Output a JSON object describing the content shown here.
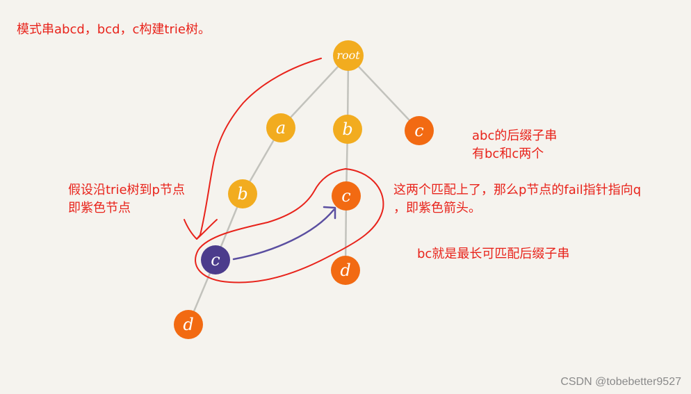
{
  "annotations": {
    "title": "模式串abcd，bcd，c构建trie树。",
    "suffix_line1": "abc的后缀子串",
    "suffix_line2": "有bc和c两个",
    "assume_line1": "假设沿trie树到p节点",
    "assume_line2": "即紫色节点",
    "match_line1": "这两个匹配上了，那么p节点的fail指针指向q",
    "match_line2": "，即紫色箭头。",
    "longest": "bc就是最长可匹配后缀子串"
  },
  "watermark": "CSDN @tobebetter9527",
  "colors": {
    "yellow": "#f2ac1f",
    "orange": "#f26a12",
    "purple": "#4b3c8c",
    "edge": "#c2c2bc",
    "red_ink": "#e8231b",
    "arrow": "#5a4ea0"
  },
  "tree": {
    "nodes": [
      {
        "id": "root",
        "label": "root",
        "color": "yellow"
      },
      {
        "id": "a",
        "label": "a",
        "color": "yellow"
      },
      {
        "id": "b1",
        "label": "b",
        "color": "yellow"
      },
      {
        "id": "c1",
        "label": "c",
        "color": "orange"
      },
      {
        "id": "b2",
        "label": "b",
        "color": "yellow"
      },
      {
        "id": "c2",
        "label": "c",
        "color": "orange"
      },
      {
        "id": "p",
        "label": "c",
        "color": "purple"
      },
      {
        "id": "d2",
        "label": "d",
        "color": "orange"
      },
      {
        "id": "d1",
        "label": "d",
        "color": "orange"
      }
    ],
    "edges": [
      [
        "root",
        "a"
      ],
      [
        "root",
        "b1"
      ],
      [
        "root",
        "c1"
      ],
      [
        "a",
        "b2"
      ],
      [
        "b2",
        "p"
      ],
      [
        "p",
        "d1"
      ],
      [
        "b1",
        "c2"
      ],
      [
        "c2",
        "d2"
      ]
    ],
    "fail_pointer": {
      "from": "p",
      "to": "c2"
    }
  }
}
